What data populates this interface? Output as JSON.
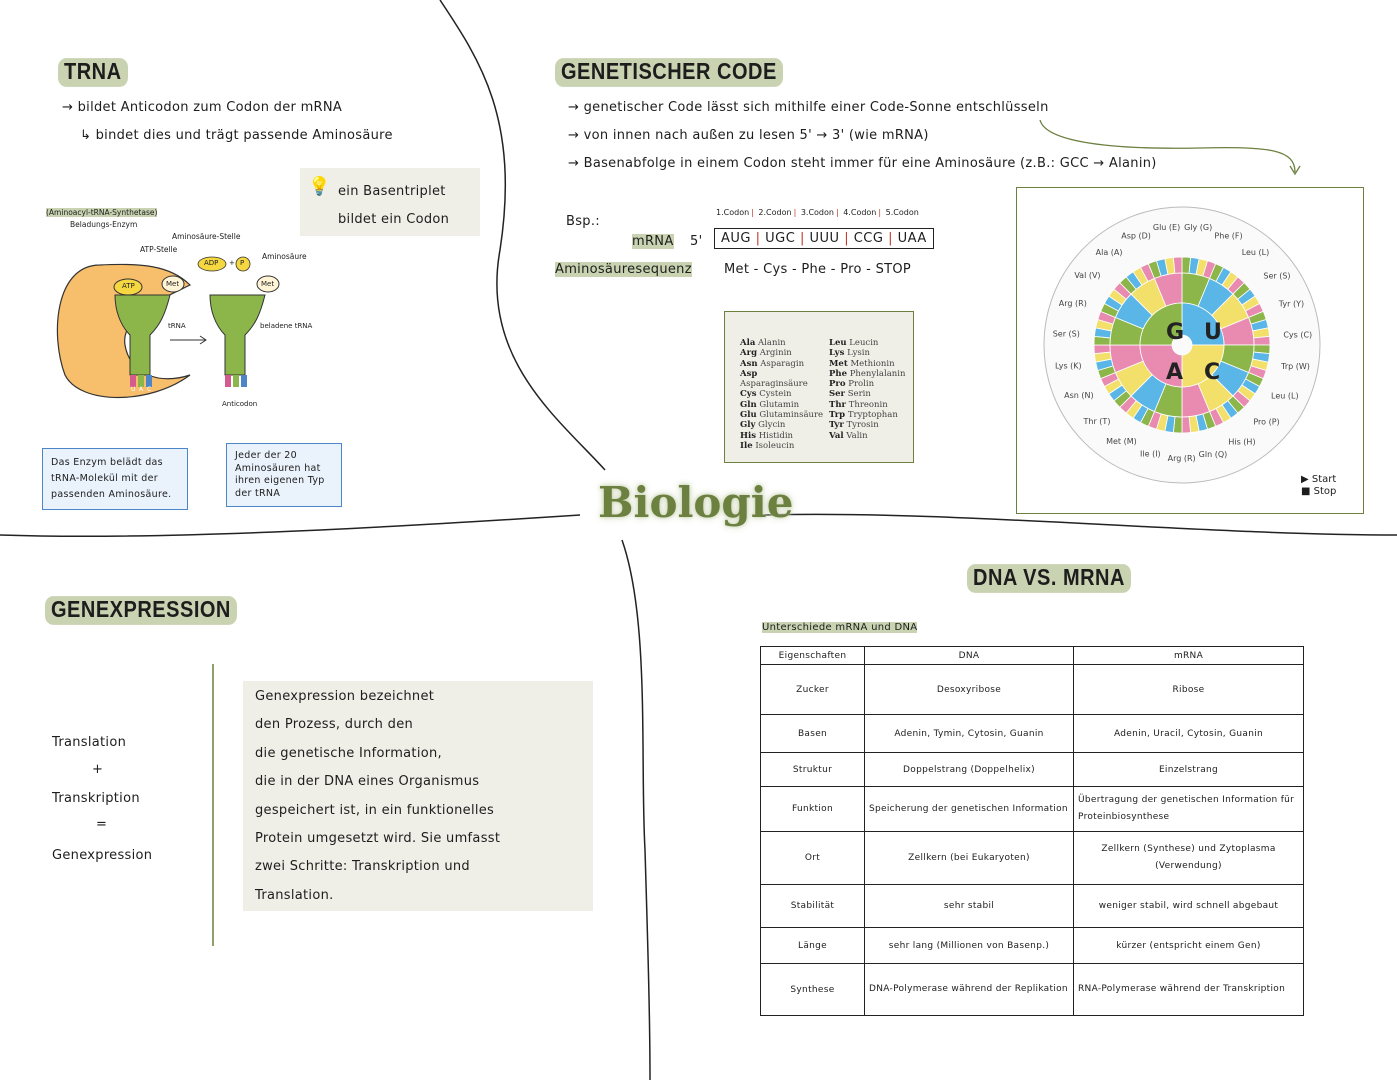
{
  "center": {
    "title": "Biologie"
  },
  "trna": {
    "heading": "TRNA",
    "bullet1": "→ bildet Anticodon zum Codon der mRNA",
    "bullet2": "↳ bindet dies und trägt passende Aminosäure",
    "tip_line1": "ein Basentriplet",
    "tip_line2": "bildet ein Codon",
    "diagram": {
      "synthetase": "(Aminoacyl-tRNA-Synthetase)",
      "enzyme": "Beladungs-Enzym",
      "atp_site": "ATP-Stelle",
      "amino_site": "Aminosäure-Stelle",
      "atp": "ATP",
      "met": "Met",
      "adp": "ADP",
      "plus": "+",
      "p": "P",
      "aminosaeure": "Aminosäure",
      "trna": "tRNA",
      "loaded_trna": "beladene tRNA",
      "anticodon": "Anticodon",
      "bases": [
        "U",
        "A",
        "C"
      ]
    },
    "callout1": "Das Enzym belädt das tRNA-Molekül mit der passenden Aminosäure.",
    "callout2": "Jeder der 20 Aminosäuren hat ihren eigenen Typ der tRNA"
  },
  "code": {
    "heading": "GENETISCHER CODE",
    "bullet1": "→ genetischer Code lässt sich mithilfe einer Code-Sonne entschlüsseln",
    "bullet2": "→ von innen nach außen zu lesen 5' → 3' (wie mRNA)",
    "bullet3": "→ Basenabfolge in einem Codon steht immer für eine Aminosäure (z.B.: GCC → Alanin)",
    "bsp": "Bsp.:",
    "codon_labels": [
      "1.Codon",
      "2.Codon",
      "3.Codon",
      "4.Codon",
      "5.Codon"
    ],
    "mrna_label": "mRNA",
    "five_prime": "5'",
    "mrna_seq": [
      "AUG",
      "UGC",
      "UUU",
      "CCG",
      "UAA"
    ],
    "aa_label": "Aminosäuresequenz",
    "aa_seq": "Met - Cys - Phe - Pro - STOP",
    "abbreviations_left": [
      [
        "Ala",
        "Alanin"
      ],
      [
        "Arg",
        "Arginin"
      ],
      [
        "Asn",
        "Asparagin"
      ],
      [
        "Asp",
        "Asparaginsäure"
      ],
      [
        "Cys",
        "Cystein"
      ],
      [
        "Gln",
        "Glutamin"
      ],
      [
        "Glu",
        "Glutaminsäure"
      ],
      [
        "Gly",
        "Glycin"
      ],
      [
        "His",
        "Histidin"
      ],
      [
        "Ile",
        "Isoleucin"
      ]
    ],
    "abbreviations_right": [
      [
        "Leu",
        "Leucin"
      ],
      [
        "Lys",
        "Lysin"
      ],
      [
        "Met",
        "Methionin"
      ],
      [
        "Phe",
        "Phenylalanin"
      ],
      [
        "Pro",
        "Prolin"
      ],
      [
        "Ser",
        "Serin"
      ],
      [
        "Thr",
        "Threonin"
      ],
      [
        "Trp",
        "Tryptophan"
      ],
      [
        "Tyr",
        "Tyrosin"
      ],
      [
        "Val",
        "Valin"
      ]
    ],
    "sun": {
      "inner": [
        "G",
        "U",
        "A",
        "C"
      ],
      "start": "Start",
      "stop": "Stop",
      "amino_labels": [
        "Gly (G)",
        "Phe (F)",
        "Leu (L)",
        "Ser (S)",
        "Tyr (Y)",
        "Cys (C)",
        "Trp (W)",
        "Leu (L)",
        "Pro (P)",
        "His (H)",
        "Gln (Q)",
        "Arg (R)",
        "Ile (I)",
        "Met (M)",
        "Thr (T)",
        "Asn (N)",
        "Lys (K)",
        "Ser (S)",
        "Arg (R)",
        "Val (V)",
        "Ala (A)",
        "Asp (D)",
        "Glu (E)"
      ]
    }
  },
  "genexpression": {
    "heading": "GENEXPRESSION",
    "left1": "Translation",
    "left2": "+",
    "left3": "Transkription",
    "left4": "=",
    "left5": "Genexpression",
    "box_lines": [
      "Genexpression bezeichnet",
      "den Prozess, durch den",
      "die genetische Information,",
      "die in der DNA eines Organismus",
      "gespeichert ist, in ein funktionelles",
      "Protein umgesetzt wird. Sie umfasst",
      "zwei Schritte: Transkription und",
      "Translation."
    ]
  },
  "dna": {
    "heading": "DNA VS. MRNA",
    "subtitle": "Unterschiede mRNA und DNA",
    "header": [
      "Eigenschaften",
      "DNA",
      "mRNA"
    ],
    "rows": [
      [
        "Zucker",
        "Desoxyribose",
        "Ribose"
      ],
      [
        "Basen",
        "Adenin, Tymin, Cytosin, Guanin",
        "Adenin, Uracil, Cytosin, Guanin"
      ],
      [
        "Struktur",
        "Doppelstrang (Doppelhelix)",
        "Einzelstrang"
      ],
      [
        "Funktion",
        "Speicherung der genetischen Information",
        "Übertragung der genetischen Information für Proteinbiosynthese"
      ],
      [
        "Ort",
        "Zellkern (bei Eukaryoten)",
        "Zellkern (Synthese) und Zytoplasma (Verwendung)"
      ],
      [
        "Stabilität",
        "sehr stabil",
        "weniger stabil, wird schnell abgebaut"
      ],
      [
        "Länge",
        "sehr lang (Millionen von Basenp.)",
        "kürzer (entspricht einem Gen)"
      ],
      [
        "Synthese",
        "DNA-Polymerase während der Replikation",
        "RNA-Polymerase während der Transkription"
      ]
    ]
  }
}
